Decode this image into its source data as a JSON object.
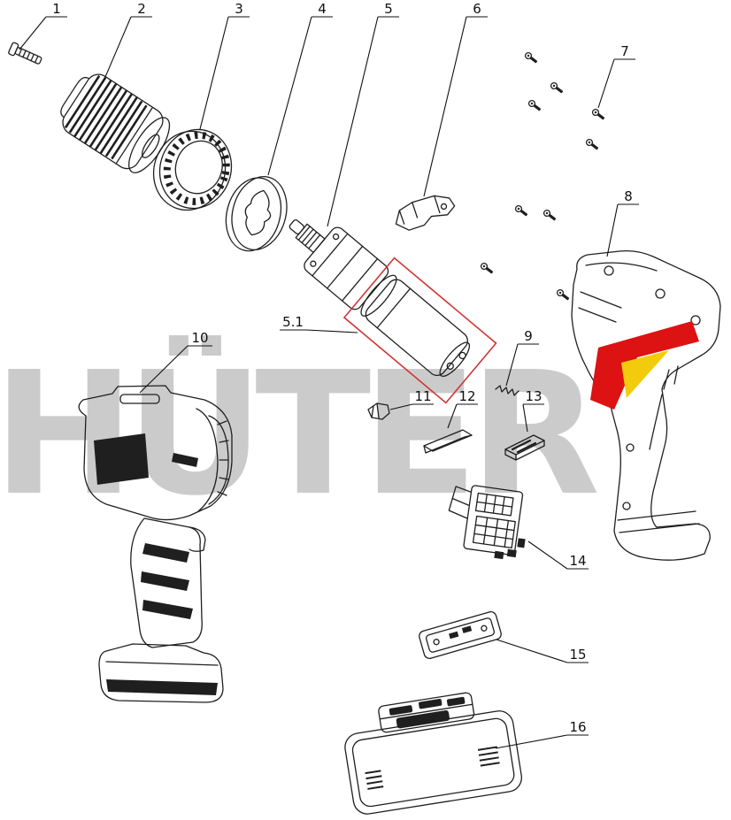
{
  "watermark": {
    "text": "HÜTER"
  },
  "colors": {
    "background": "#ffffff",
    "line": "#1f1f1f",
    "highlight_box": "#cf3535",
    "logo_red": "#dd1212",
    "logo_yellow": "#f2cc0c",
    "watermark_gray": "#c0bfbf"
  },
  "parts": {
    "p1": {
      "label": "1"
    },
    "p2": {
      "label": "2"
    },
    "p3": {
      "label": "3"
    },
    "p4": {
      "label": "4"
    },
    "p5": {
      "label": "5"
    },
    "p5_1": {
      "label": "5.1"
    },
    "p6": {
      "label": "6"
    },
    "p7": {
      "label": "7"
    },
    "p8": {
      "label": "8"
    },
    "p9": {
      "label": "9"
    },
    "p10": {
      "label": "10"
    },
    "p11": {
      "label": "11"
    },
    "p12": {
      "label": "12"
    },
    "p13": {
      "label": "13"
    },
    "p14": {
      "label": "14"
    },
    "p15": {
      "label": "15"
    },
    "p16": {
      "label": "16"
    }
  }
}
